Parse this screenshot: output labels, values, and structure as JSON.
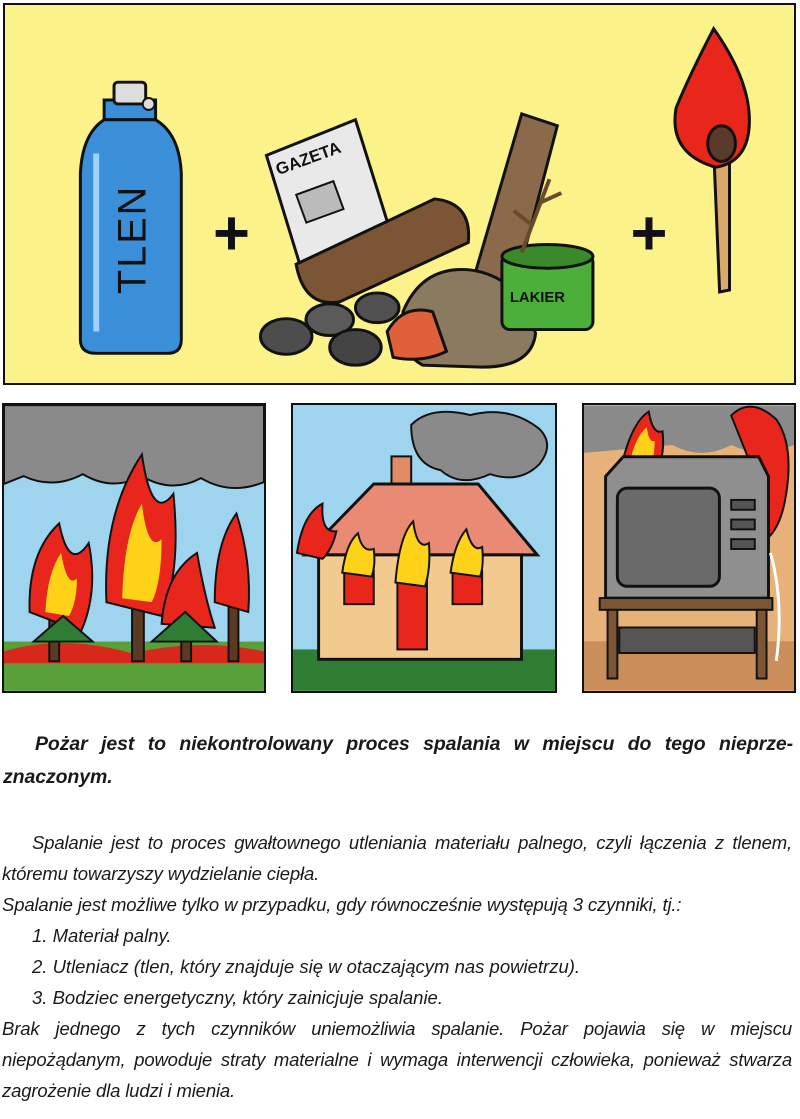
{
  "illustration": {
    "oxygen_tank_label": "TLEN",
    "newspaper_label": "GAZETA",
    "paint_can_label": "LAKIER",
    "plus_sign": "+",
    "colors": {
      "panel_background": "#fbf28a",
      "tank": "#3a8fd8",
      "flame_red": "#e8261c",
      "flame_yellow": "#ffd21a",
      "smoke": "#8a8a8a",
      "sky": "#9fd4ee"
    },
    "icons": [
      "oxygen-tank",
      "fuel-pile",
      "lit-match",
      "forest-fire",
      "house-fire",
      "tv-fire"
    ]
  },
  "text": {
    "definition": "Pożar jest to niekontrolowany proces spalania w miejscu do tego nieprze- znaczonym.",
    "para1": "Spalanie jest to proces gwałtownego utleniania materiału palnego, czyli łączenia z tlenem, któremu towarzyszy wydzielanie ciepła.",
    "para2": "Spalanie jest możliwe tylko w przypadku, gdy równocześnie występują 3 czynniki, tj.:",
    "factors": [
      "1. Materiał palny.",
      "2. Utleniacz (tlen, który znajduje się w otaczającym nas powietrzu).",
      "3. Bodziec energetyczny, który zainicjuje spalanie."
    ],
    "para3": "Brak jednego z tych czynników uniemożliwia spalanie. Pożar pojawia się w miejscu niepożądanym, powoduje straty materialne i wymaga interwencji człowieka, ponieważ stwarza zagrożenie dla ludzi i mienia."
  }
}
